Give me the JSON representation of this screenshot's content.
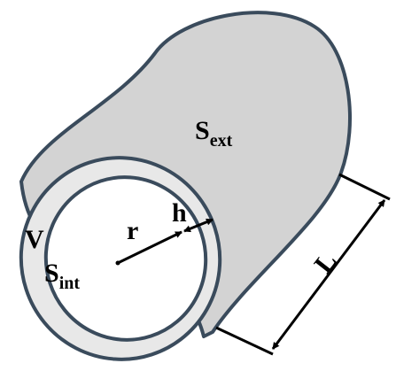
{
  "labels": {
    "outer_surface": {
      "main": "S",
      "sub": "ext"
    },
    "inner_surface": {
      "main": "S",
      "sub": "int"
    },
    "volume": "V",
    "radius": "r",
    "thickness": "h",
    "length": "L"
  },
  "colors": {
    "body_fill": "#d3d3d3",
    "stroke": "#3a4b5c",
    "annotation": "#000000",
    "background": "#ffffff"
  }
}
